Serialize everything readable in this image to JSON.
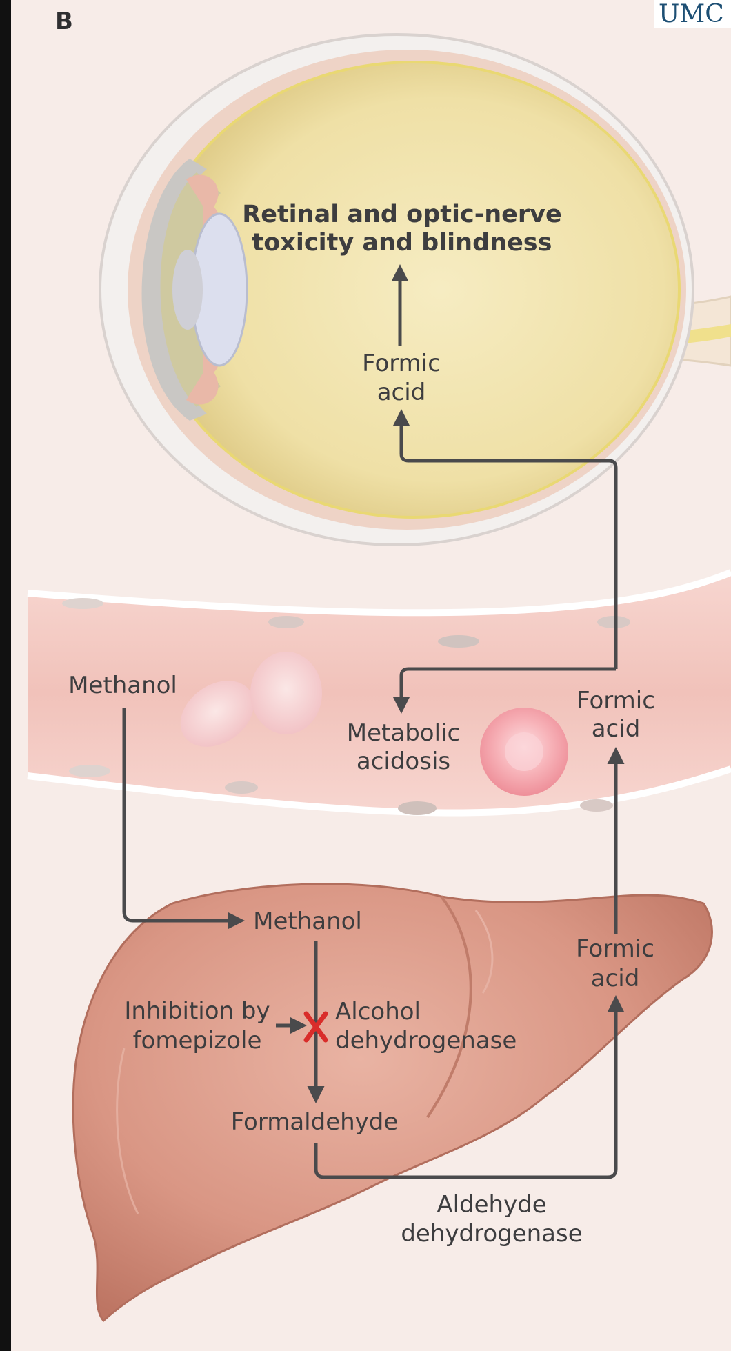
{
  "panel_label": "B",
  "logo_text": "UMC",
  "colors": {
    "background": "#f7ece8",
    "arrow": "#4a4a4c",
    "inhibit_mark": "#d92d2a",
    "eye_fill": "#f3e7b4",
    "vessel_fill": "#f2c7c0",
    "liver_fill": "#d99684"
  },
  "labels": {
    "retina_line1": "Retinal and optic-nerve",
    "retina_line2": "toxicity and blindness",
    "eye_formic_line1": "Formic",
    "eye_formic_line2": "acid",
    "methanol_blood": "Methanol",
    "metabolic_line1": "Metabolic",
    "metabolic_line2": "acidosis",
    "blood_formic_line1": "Formic",
    "blood_formic_line2": "acid",
    "methanol_liver": "Methanol",
    "inhibition_line1": "Inhibition by",
    "inhibition_line2": "fomepizole",
    "adh_line1": "Alcohol",
    "adh_line2": "dehydrogenase",
    "formaldehyde": "Formaldehyde",
    "liver_formic_line1": "Formic",
    "liver_formic_line2": "acid",
    "aldh_line1": "Aldehyde",
    "aldh_line2": "dehydrogenase"
  },
  "icons": {
    "inhibit": "red-x-mark"
  }
}
